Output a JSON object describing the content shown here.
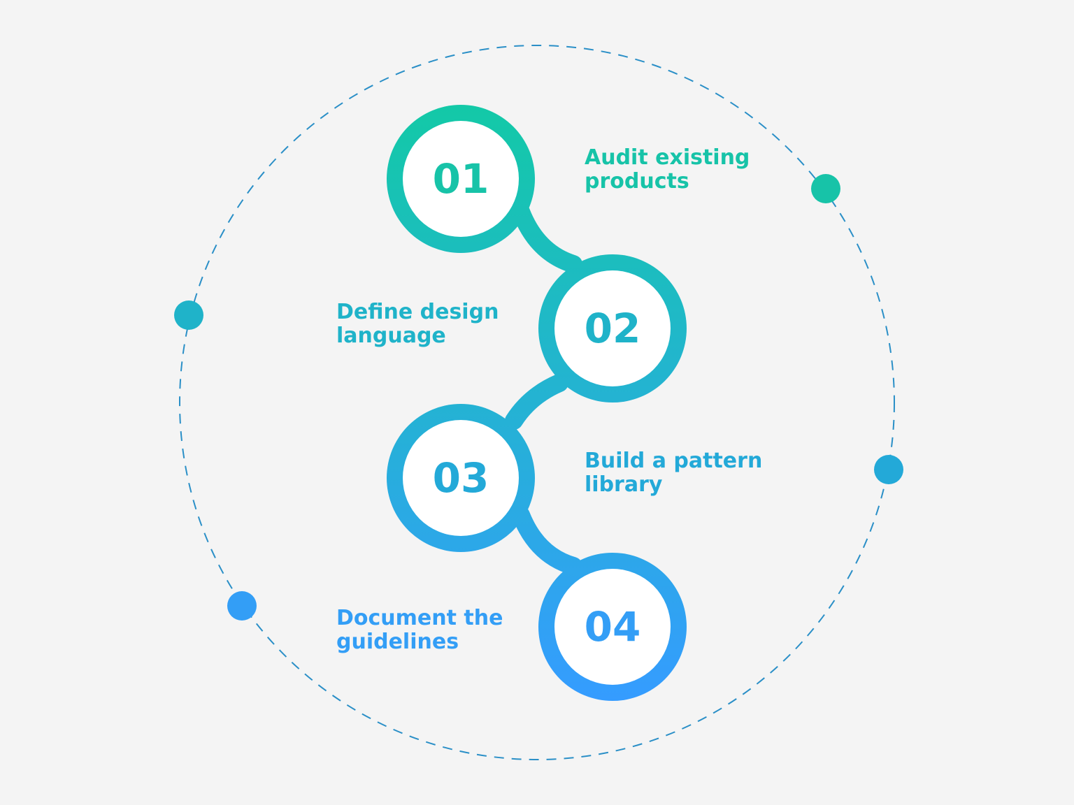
{
  "colors": {
    "background": "#f4f4f4",
    "gradient_top": "#13c9a7",
    "gradient_bottom": "#359cff",
    "orbit_line": "#2a8fc7",
    "step_01": "#17c3a8",
    "step_02": "#1fb3c9",
    "step_03": "#23a9d8",
    "step_04": "#339ef6",
    "circle_fill": "#ffffff"
  },
  "steps": [
    {
      "number": "01",
      "label_line1": "Audit existing",
      "label_line2": "products"
    },
    {
      "number": "02",
      "label_line1": "Define design",
      "label_line2": "language"
    },
    {
      "number": "03",
      "label_line1": "Build a pattern",
      "label_line2": "library"
    },
    {
      "number": "04",
      "label_line1": "Document the",
      "label_line2": "guidelines"
    }
  ]
}
